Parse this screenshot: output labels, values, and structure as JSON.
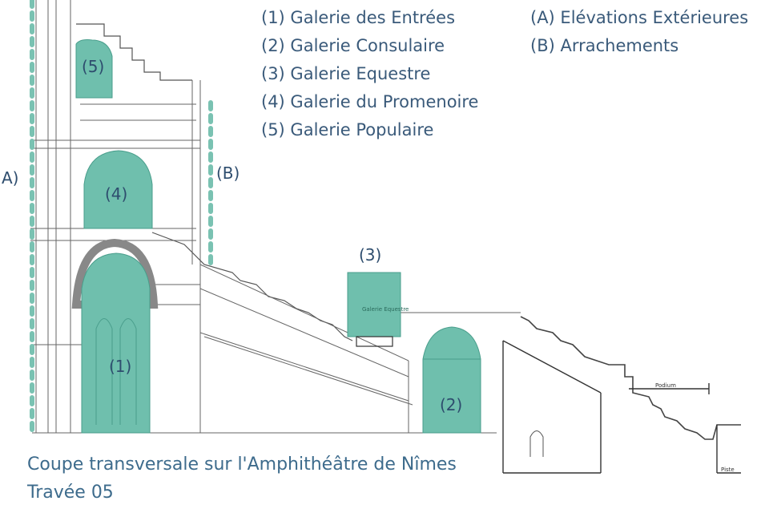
{
  "legend": {
    "items": [
      "(1) Galerie des Entrées",
      "(2) Galerie Consulaire",
      "(3) Galerie Equestre",
      "(4) Galerie du Promenoire",
      "(5) Galerie Populaire"
    ],
    "items_right": [
      "(A) Elévations Extérieures",
      "(B) Arrachements"
    ]
  },
  "markers": {
    "g1": "(1)",
    "g2": "(2)",
    "g3": "(3)",
    "g4": "(4)",
    "g5": "(5)",
    "a": "A)",
    "b": "(B)"
  },
  "small_labels": {
    "galerie_equestre": "Galerie Equestre",
    "podium": "Podium",
    "piste": "Piste"
  },
  "caption": {
    "line1": "Coupe transversale sur l'Amphithéâtre de Nîmes",
    "line2": "Travée 05"
  },
  "colors": {
    "gallery_fill": "#6fbfad",
    "dashed_line": "#7ac2b2",
    "text": "#3a5a7a",
    "line": "#555555"
  }
}
